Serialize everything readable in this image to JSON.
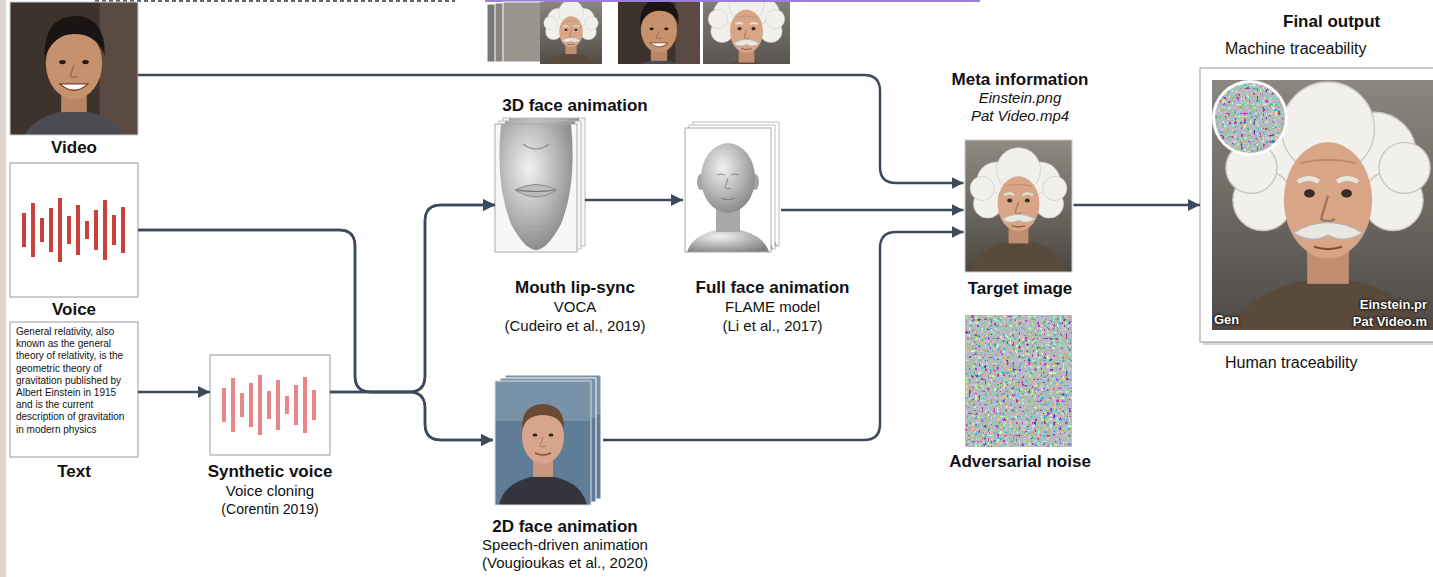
{
  "diagram": {
    "nodes": [
      {
        "text": [
          "Video"
        ]
      },
      {
        "text": [
          "Voice"
        ]
      },
      {
        "text": [
          "General relativity, also known as the general theory of relativity, is the geometric theory of gravitation published by Albert Einstein in 1915 and is the current description of gravitation in modern physics",
          "Text"
        ]
      },
      {
        "text": [
          "Synthetic voice",
          "Voice cloning",
          "(Corentin 2019)"
        ]
      },
      {
        "text": [
          "3D face animation",
          "Mouth lip-sync",
          "VOCA",
          "(Cudeiro et al., 2019)"
        ]
      },
      {
        "text": [
          "Full face animation",
          "FLAME model",
          "(Li et al., 2017)"
        ]
      },
      {
        "text": [
          "2D face animation",
          "Speech-driven animation",
          "(Vougioukas et al., 2020)"
        ]
      },
      {
        "text": [
          "Meta information",
          "Einstein.png",
          "Pat Video.mp4",
          "Target image"
        ]
      },
      {
        "text": [
          "Adversarial noise"
        ]
      },
      {
        "text": [
          "Final output",
          "Machine traceability",
          "Gen",
          "Einstein.pr",
          "Pat Video.m",
          "Human traceability"
        ]
      }
    ],
    "edges": [
      {
        "from": 0,
        "to": 7,
        "arrow": "to"
      },
      {
        "from": 1,
        "to": 4,
        "arrow": "to"
      },
      {
        "from": 1,
        "to": 6,
        "arrow": "to"
      },
      {
        "from": 2,
        "to": 3,
        "arrow": "to"
      },
      {
        "from": 3,
        "to": 4,
        "arrow": "to"
      },
      {
        "from": 3,
        "to": 6,
        "arrow": "to"
      },
      {
        "from": 4,
        "to": 5,
        "arrow": "to"
      },
      {
        "from": 5,
        "to": 7,
        "arrow": "to"
      },
      {
        "from": 6,
        "to": 7,
        "arrow": "to"
      },
      {
        "from": 7,
        "to": 9,
        "arrow": "to"
      }
    ]
  }
}
